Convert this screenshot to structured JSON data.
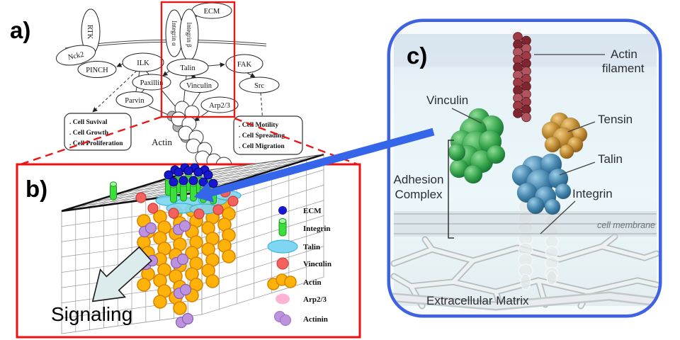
{
  "figure": {
    "panel_a": {
      "label": "a)",
      "nodes": {
        "rtk": "RTK",
        "nck2": "Nck2",
        "pinch": "PINCH",
        "ilk": "ILK",
        "paxillin": "Paxillin",
        "parvin": "Parvin",
        "ecm": "ECM",
        "integrin_alpha": "Integrin α",
        "integrin_beta": "Integrin β",
        "talin": "Talin",
        "vinculin": "Vinculin",
        "fak": "FAK",
        "src": "Src",
        "arp23": "Arp2/3",
        "actin_label": "Actin"
      },
      "outcomes_left": {
        "line1": ". Cell Suvival",
        "line2": ". Cell Growth",
        "line3": ". Cell Proliferation"
      },
      "outcomes_right": {
        "line1": ". Cell Motility",
        "line2": ". Cell Spreading",
        "line3": ". Cell Migration"
      }
    },
    "panel_b": {
      "label": "b)",
      "signaling": "Signaling",
      "legend": [
        {
          "label": "ECM"
        },
        {
          "label": "Integrin"
        },
        {
          "label": "Talin"
        },
        {
          "label": "Vinculin"
        },
        {
          "label": "Actin"
        },
        {
          "label": "Arp2/3"
        },
        {
          "label": "Actinin"
        }
      ]
    },
    "panel_c": {
      "label": "c)",
      "labels": {
        "actin_filament_1": "Actin",
        "actin_filament_2": "filament",
        "vinculin": "Vinculin",
        "tensin": "Tensin",
        "talin": "Talin",
        "integrin": "Integrin",
        "adhesion_1": "Adhesion",
        "adhesion_2": "Complex",
        "cell_membrane": "cell membrane",
        "ecm": "Extracellular Matrix"
      }
    },
    "colors": {
      "highlight_red": "#e81818",
      "panel_c_border": "#3f62e2",
      "arrow_blue": "#3565e8",
      "ecm_dot": "#1717cf",
      "integrin_green": "#3ddd3d",
      "talin_cyan": "#7fd6f2",
      "vinculin_red": "#f2635f",
      "actin_orange": "#ffb30a",
      "arp23_pink": "#ffb3d4",
      "actinin_purple": "#bd93de"
    }
  }
}
